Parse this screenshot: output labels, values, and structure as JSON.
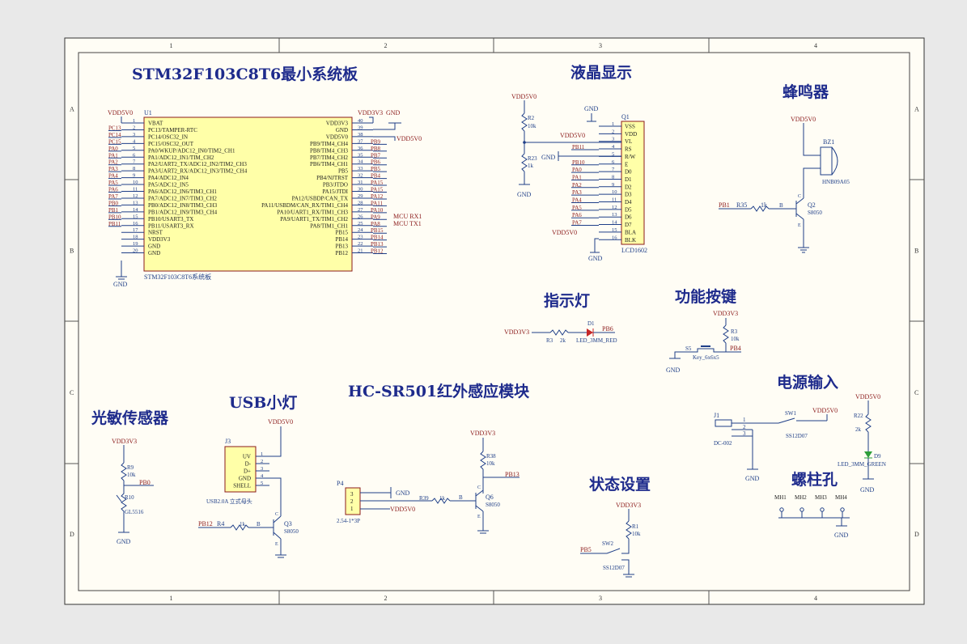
{
  "colors": {
    "wire": "#1f3f88",
    "red": "#8b1a1a",
    "body": "#ffffa8",
    "title": "#1e2b8c",
    "paper": "#fffdf5"
  },
  "border": {
    "cols": [
      "1",
      "2",
      "3",
      "4"
    ],
    "rows": [
      "A",
      "B",
      "C",
      "D"
    ]
  },
  "titles": {
    "mcu": "STM32F103C8T6最小系统板",
    "lcd": "液晶显示",
    "buzzer": "蜂鸣器",
    "indicator": "指示灯",
    "key": "功能按键",
    "power": "电源输入",
    "light": "光敏传感器",
    "usb": "USB小灯",
    "pir": "HC-SR501红外感应模块",
    "status": "状态设置",
    "screw": "螺柱孔"
  },
  "mcu": {
    "ref": "U1",
    "part": "STM32F103C8T6系统板",
    "vdd_left": "VDD5V0",
    "vdd_right": "VDD3V3",
    "gnd_right": "GND",
    "vdd5_right": "VDD5V0",
    "gnd_bottom": "GND",
    "left_pins": [
      {
        "net": "",
        "num": "1",
        "name": "VBAT"
      },
      {
        "net": "PC13",
        "num": "2",
        "name": "PC13/TAMPER-RTC"
      },
      {
        "net": "PC14",
        "num": "3",
        "name": "PC14/OSC32_IN"
      },
      {
        "net": "PC15",
        "num": "4",
        "name": "PC15/OSC32_OUT"
      },
      {
        "net": "PA0",
        "num": "5",
        "name": "PA0/WKUP/ADC12_IN0/TIM2_CH1"
      },
      {
        "net": "PA1",
        "num": "6",
        "name": "PA1/ADC12_IN1/TIM_CH2"
      },
      {
        "net": "PA2",
        "num": "7",
        "name": "PA2/UART2_TX/ADC12_IN2/TIM2_CH3"
      },
      {
        "net": "PA3",
        "num": "8",
        "name": "PA3/UART2_RX/ADC12_IN3/TIM2_CH4"
      },
      {
        "net": "PA4",
        "num": "9",
        "name": "PA4/ADC12_IN4"
      },
      {
        "net": "PA5",
        "num": "10",
        "name": "PA5/ADC12_IN5"
      },
      {
        "net": "PA6",
        "num": "11",
        "name": "PA6/ADC12_IN6/TIM3_CH1"
      },
      {
        "net": "PA7",
        "num": "12",
        "name": "PA7/ADC12_IN7/TIM3_CH2"
      },
      {
        "net": "PB0",
        "num": "13",
        "name": "PB0/ADC12_IN8/TIM3_CH3"
      },
      {
        "net": "PB1",
        "num": "14",
        "name": "PB1/ADC12_IN9/TIM3_CH4"
      },
      {
        "net": "PB10",
        "num": "15",
        "name": "PB10/USART3_TX"
      },
      {
        "net": "PB11",
        "num": "16",
        "name": "PB11/USART3_RX"
      },
      {
        "net": "",
        "num": "17",
        "name": "NRST"
      },
      {
        "net": "",
        "num": "18",
        "name": "VDD3V3"
      },
      {
        "net": "",
        "num": "19",
        "name": "GND"
      },
      {
        "net": "",
        "num": "20",
        "name": "GND"
      }
    ],
    "right_pins": [
      {
        "net": "",
        "num": "40",
        "name": "VDD3V3"
      },
      {
        "net": "",
        "num": "39",
        "name": "GND"
      },
      {
        "net": "",
        "num": "38",
        "name": "VDD5V0"
      },
      {
        "net": "PB9",
        "num": "37",
        "name": "PB9/TIM4_CH4"
      },
      {
        "net": "PB8",
        "num": "36",
        "name": "PB8/TIM4_CH3"
      },
      {
        "net": "PB7",
        "num": "35",
        "name": "PB7/TIM4_CH2"
      },
      {
        "net": "PB6",
        "num": "34",
        "name": "PB6/TIM4_CH1"
      },
      {
        "net": "PB5",
        "num": "33",
        "name": "PB5"
      },
      {
        "net": "PB4",
        "num": "32",
        "name": "PB4/NJTRST"
      },
      {
        "net": "PA15",
        "num": "31",
        "name": "PB3/JTDO"
      },
      {
        "net": "PA15",
        "num": "30",
        "name": "PA15/JTDI"
      },
      {
        "net": "PA12",
        "num": "29",
        "name": "PA12/USBDP/CAN_TX"
      },
      {
        "net": "PA11",
        "num": "28",
        "name": "PA11/USBDM/CAN_RX/TIM1_CH4"
      },
      {
        "net": "PA10",
        "num": "27",
        "name": "PA10/UART1_RX/TIM1_CH3"
      },
      {
        "net": "PA9",
        "num": "26",
        "name": "PA9/UART1_TX/TIM1_CH2"
      },
      {
        "net": "PA8",
        "num": "25",
        "name": "PA8/TIM1_CH1"
      },
      {
        "net": "PB15",
        "num": "24",
        "name": "PB15"
      },
      {
        "net": "PB14",
        "num": "23",
        "name": "PB14"
      },
      {
        "net": "PB13",
        "num": "22",
        "name": "PB13"
      },
      {
        "net": "PB12",
        "num": "21",
        "name": "PB12"
      }
    ],
    "mcu_rx": "MCU RX1",
    "mcu_tx": "MCU TX1"
  },
  "lcd": {
    "ref": "Q1",
    "part": "LCD1602",
    "vdd_top": "VDD5V0",
    "r2": "R2",
    "r2v": "10k",
    "r23": "R23",
    "r23v": "1k",
    "gnd_left": "GND",
    "gnd_top": "GND",
    "gnd_mid": "GND",
    "gnd_bottom": "GND",
    "vdd_pin": "VDD5V0",
    "vdd_bla": "VDD5V0",
    "pins": [
      {
        "num": "1",
        "name": "VSS",
        "net": ""
      },
      {
        "num": "2",
        "name": "VDD",
        "net": ""
      },
      {
        "num": "3",
        "name": "VL",
        "net": ""
      },
      {
        "num": "4",
        "name": "RS",
        "net": "PB11"
      },
      {
        "num": "5",
        "name": "R/W",
        "net": ""
      },
      {
        "num": "6",
        "name": "E",
        "net": "PB10"
      },
      {
        "num": "7",
        "name": "D0",
        "net": "PA0"
      },
      {
        "num": "8",
        "name": "D1",
        "net": "PA1"
      },
      {
        "num": "9",
        "name": "D2",
        "net": "PA2"
      },
      {
        "num": "10",
        "name": "D3",
        "net": "PA3"
      },
      {
        "num": "11",
        "name": "D4",
        "net": "PA4"
      },
      {
        "num": "12",
        "name": "D5",
        "net": "PA5"
      },
      {
        "num": "13",
        "name": "D6",
        "net": "PA6"
      },
      {
        "num": "14",
        "name": "D7",
        "net": "PA7"
      },
      {
        "num": "15",
        "name": "BLA",
        "net": ""
      },
      {
        "num": "16",
        "name": "BLK",
        "net": ""
      }
    ]
  },
  "buzzer": {
    "vdd": "VDD5V0",
    "bz": "BZ1",
    "part": "HNB09A05",
    "net": "PB1",
    "r": "R35",
    "rv": "1k",
    "b": "B",
    "q": "Q2",
    "qp": "S8050",
    "c": "C",
    "e": "E"
  },
  "indicator": {
    "vdd": "VDD3V3",
    "d": "D1",
    "net": "PB6",
    "r": "R3",
    "rv": "2k",
    "part": "LED_3MM_RED"
  },
  "key": {
    "vdd": "VDD3V3",
    "r": "R3",
    "rv": "10k",
    "net": "PB4",
    "s": "S5",
    "gnd": "GND",
    "part": "Key_6x6x5"
  },
  "power": {
    "j": "J1",
    "jp": "DC-002",
    "sw": "SW1",
    "swp": "SS12D07",
    "vdd": "VDD5V0",
    "gnd": "GND",
    "vdd2": "VDD5V0",
    "r": "R22",
    "rv": "2k",
    "d": "D9",
    "dp": "LED_3MM_GREEN",
    "gnd2": "GND",
    "p1": "1",
    "p2": "2",
    "p3": "3"
  },
  "light": {
    "vdd": "VDD3V3",
    "r": "R9",
    "rv": "10k",
    "r2": "R10",
    "net": "PB0",
    "part": "GL5516",
    "gnd": "GND"
  },
  "usb": {
    "j": "J3",
    "vdd": "VDD5V0",
    "part": "USB2.0A 立式母头",
    "pins": [
      {
        "n": "1",
        "l": "UV"
      },
      {
        "n": "2",
        "l": "D-"
      },
      {
        "n": "3",
        "l": "D+"
      },
      {
        "n": "4",
        "l": "GND"
      },
      {
        "n": "5",
        "l": "SHELL"
      }
    ],
    "net": "PB12",
    "r": "R4",
    "rv": "1k",
    "b": "B",
    "q": "Q3",
    "qp": "S8050",
    "c": "C",
    "e": "E",
    "gnd": "GND"
  },
  "pir": {
    "p": "P4",
    "part": "2.54-1*3P",
    "pins": [
      "3",
      "2",
      "1"
    ],
    "gnd": "GND",
    "vdd": "VDD5V0",
    "vdd_top": "VDD3V3",
    "r38": "R38",
    "r38v": "10k",
    "net": "PB13",
    "r39": "R39",
    "r39v": "1k",
    "b": "B",
    "q": "Q6",
    "qp": "S8050",
    "c": "C",
    "e": "E"
  },
  "status": {
    "vdd": "VDD3V3",
    "r": "R1",
    "rv": "10k",
    "net": "PB5",
    "sw": "SW2",
    "swp": "SS12D07"
  },
  "screw": {
    "holes": [
      "MH1",
      "MH2",
      "MH3",
      "MH4"
    ],
    "gnd": "GND"
  }
}
